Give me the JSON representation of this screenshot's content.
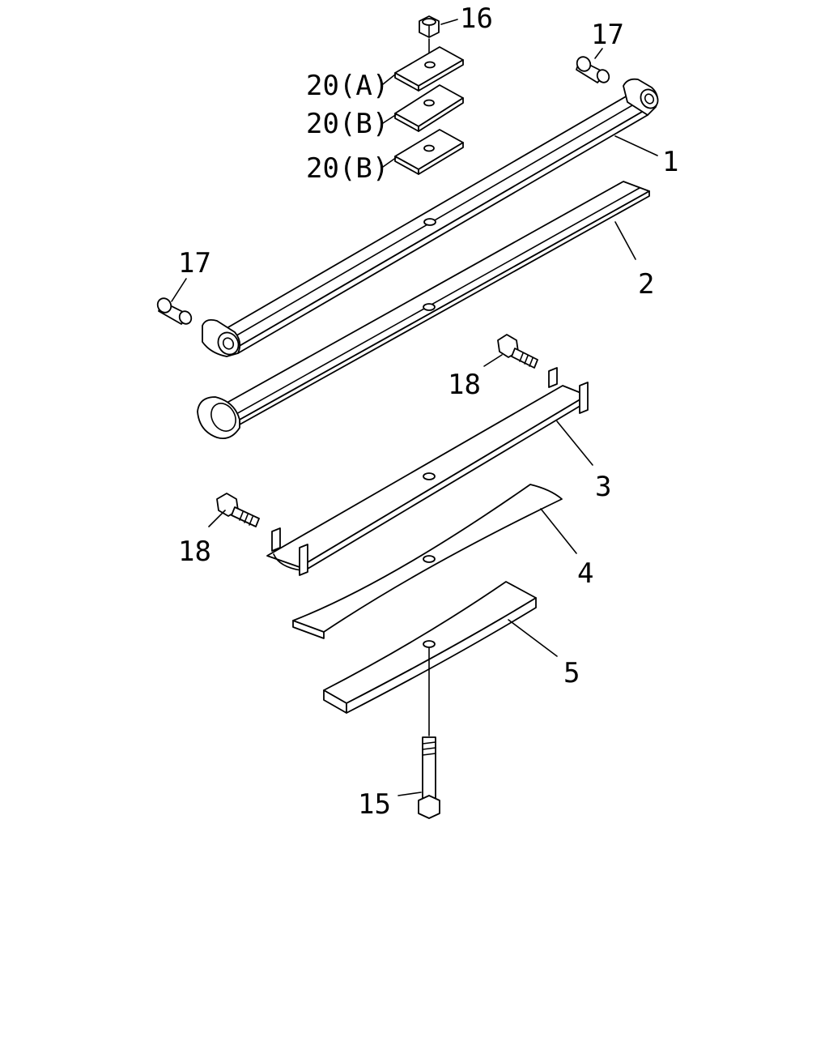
{
  "labels": {
    "p1": "1",
    "p2": "2",
    "p3": "3",
    "p4": "4",
    "p5": "5",
    "p15": "15",
    "p16": "16",
    "p17_top": "17",
    "p17_left": "17",
    "p18_top": "18",
    "p18_left": "18",
    "p20a": "20(A)",
    "p20b_1": "20(B)",
    "p20b_2": "20(B)"
  },
  "colors": {
    "line": "#000000",
    "background": "#ffffff"
  }
}
